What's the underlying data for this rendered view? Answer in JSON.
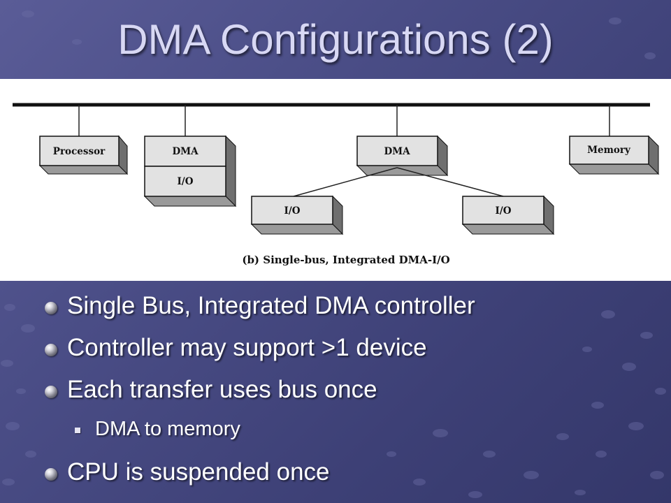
{
  "slide": {
    "title": "DMA Configurations (2)"
  },
  "diagram": {
    "boxes": {
      "processor": "Processor",
      "dma_left": "DMA",
      "io_left": "I/O",
      "dma_center": "DMA",
      "memory": "Memory",
      "io_bottom_left": "I/O",
      "io_bottom_right": "I/O"
    },
    "caption": "(b) Single-bus, Integrated DMA-I/O"
  },
  "bullets": [
    {
      "text": "Single Bus, Integrated DMA controller",
      "level": 1
    },
    {
      "text": "Controller may support >1 device",
      "level": 1
    },
    {
      "text": "Each transfer uses bus once",
      "level": 1
    },
    {
      "text": "DMA to memory",
      "level": 2
    },
    {
      "text": "CPU is suspended once",
      "level": 1
    }
  ],
  "colors": {
    "background": "#4a4d86",
    "title_text": "#d8d8f4",
    "bullet_text": "#ffffff",
    "box_fill": "#e2e2e2"
  }
}
